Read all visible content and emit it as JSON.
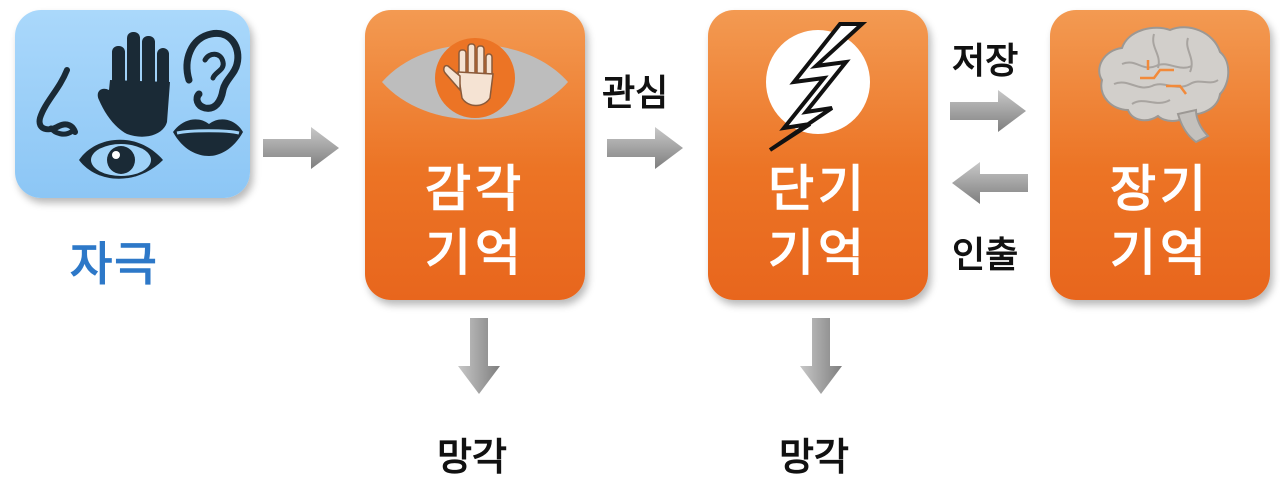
{
  "stimulus": {
    "label": "자극"
  },
  "sensory_memory": {
    "line1": "감각",
    "line2": "기억"
  },
  "short_term_memory": {
    "line1": "단기",
    "line2": "기억"
  },
  "long_term_memory": {
    "line1": "장기",
    "line2": "기억"
  },
  "edges": {
    "attention": "관심",
    "storage": "저장",
    "retrieval": "인출"
  },
  "forgetting": {
    "sensory": "망각",
    "short_term": "망각"
  },
  "colors": {
    "box_orange": "#ec7425",
    "stimulus_bg": "#9fd2f8",
    "stimulus_text": "#2d78c8",
    "arrow_gray": "#9a9a9a"
  },
  "icons": {
    "stimulus": [
      "nose-icon",
      "hand-icon",
      "ear-icon",
      "lips-icon",
      "eye-icon"
    ],
    "sensory": "eye-hand-icon",
    "short_term": "lightning-icon",
    "long_term": "brain-icon"
  }
}
